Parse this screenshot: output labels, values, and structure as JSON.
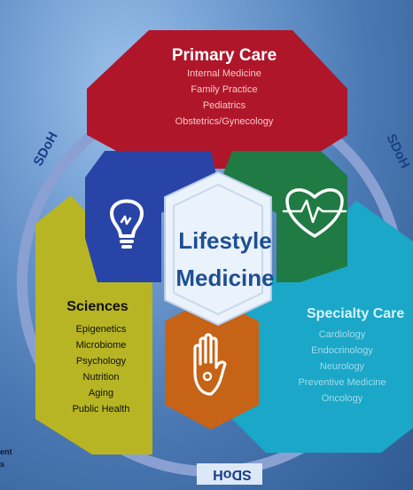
{
  "center": {
    "line1": "Lifestyle",
    "line2": "Medicine"
  },
  "ring_labels": {
    "top_left": "SDoH",
    "top_right": "SDoH",
    "bottom": "SDoH"
  },
  "primary_care": {
    "title": "Primary Care",
    "items": [
      "Internal Medicine",
      "Family Practice",
      "Pediatrics",
      "Obstetrics/Gynecology"
    ]
  },
  "sciences": {
    "title": "Sciences",
    "items": [
      "Epigenetics",
      "Microbiome",
      "Psychology",
      "Nutrition",
      "Aging",
      "Public Health"
    ]
  },
  "specialty_care": {
    "title": "Specialty Care",
    "items": [
      "Cardiology",
      "Endocrinology",
      "Neurology",
      "Preventive Medicine",
      "Oncology"
    ]
  },
  "edge_text": {
    "line1": "ent",
    "line2": "s"
  },
  "icons": {
    "lightbulb": "lightbulb-icon",
    "heart": "heart-pulse-icon",
    "hand": "hand-icon"
  },
  "colors": {
    "primary": "#b0162a",
    "sciences": "#b7b524",
    "specialty": "#1ba7c7",
    "blue_block": "#2844a6",
    "green_block": "#1f7a44",
    "orange_block": "#c66316",
    "ring": "#8aa0d2",
    "center_text": "#1e4f92"
  }
}
